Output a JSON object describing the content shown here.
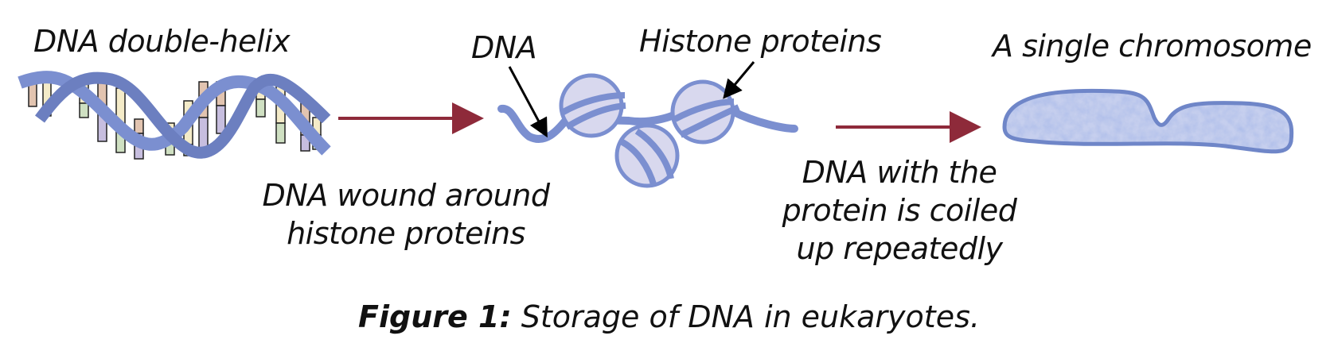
{
  "labels": {
    "double_helix": "DNA double-helix",
    "dna": "DNA",
    "histone_proteins": "Histone proteins",
    "single_chromosome": "A single chromosome",
    "wound": [
      "DNA wound around",
      "histone proteins"
    ],
    "coiled": [
      "DNA with the",
      "protein is coiled",
      "up repeatedly"
    ]
  },
  "caption": {
    "figure_label": "Figure 1:",
    "text": " Storage of DNA in eukaryotes."
  },
  "colors": {
    "dna_strand": "#7b8fd0",
    "histone_fill": "#d8d8ee",
    "flow_arrow": "#8e2a3a",
    "pointer_arrow": "#000000",
    "chromosome": "#6f86c8"
  }
}
